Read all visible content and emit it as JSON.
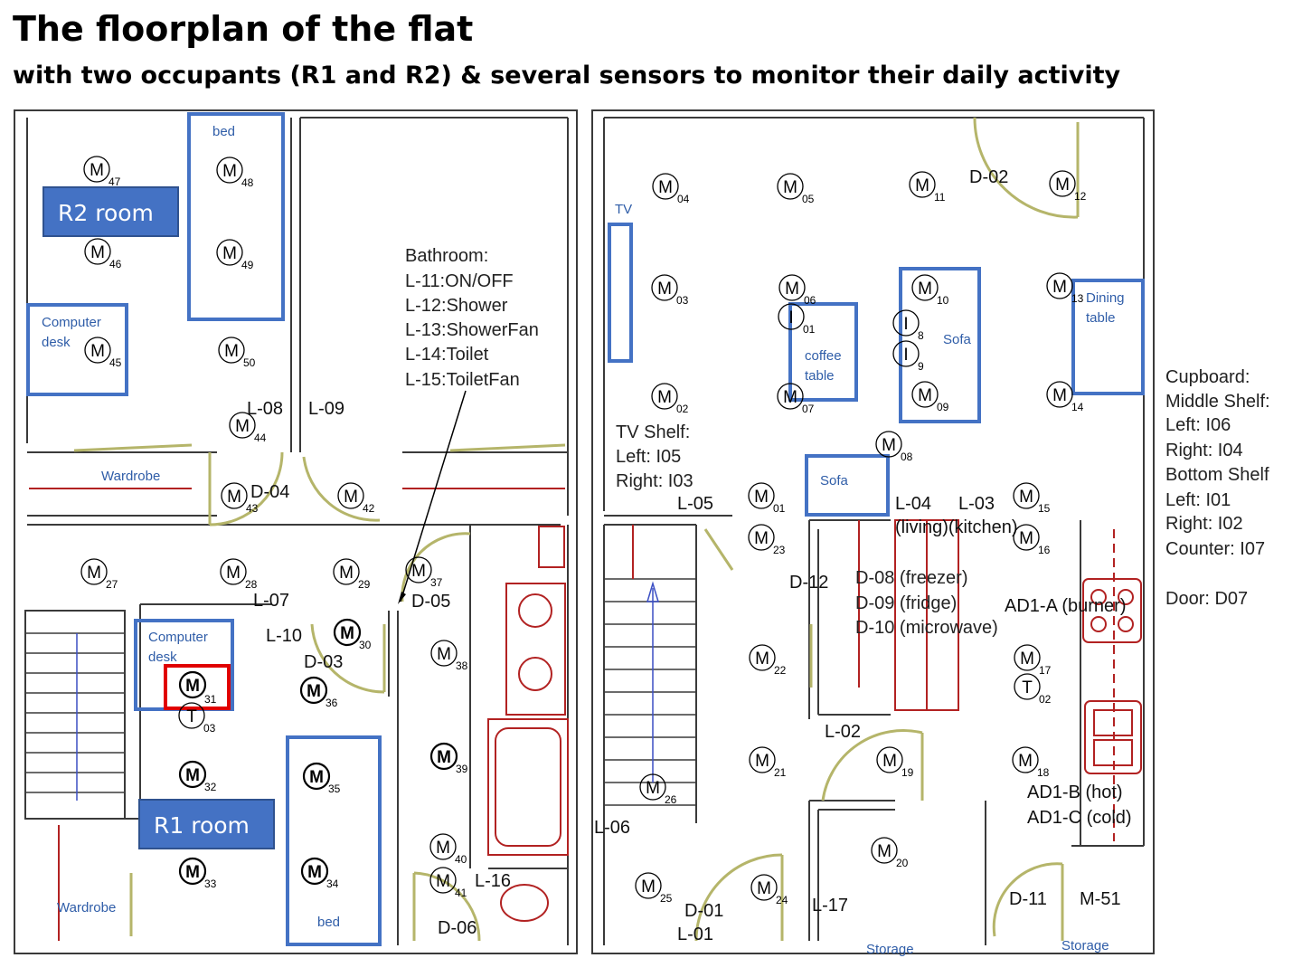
{
  "title": "The floorplan of the flat",
  "subtitle": "with two occupants (R1 and R2) & several sensors to monitor their daily activity",
  "room_labels": {
    "r2": "R2 room",
    "r1": "R1 room"
  },
  "furniture": {
    "bed_r2": "bed",
    "bed_r1": "bed",
    "desk_r2_line1": "Computer",
    "desk_r2_line2": "desk",
    "desk_r1_line1": "Computer",
    "desk_r1_line2": "desk",
    "wardrobe_r2": "Wardrobe",
    "wardrobe_r1": "Wardrobe",
    "tv": "TV",
    "coffee_line1": "coffee",
    "coffee_line2": "table",
    "sofa_right": "Sofa",
    "sofa_bottom": "Sofa",
    "dining_line1": "Dining",
    "dining_line2": "table",
    "storage_1": "Storage",
    "storage_2": "Storage"
  },
  "bathroom": [
    "Bathroom:",
    "L-11:ON/OFF",
    "L-12:Shower",
    "L-13:ShowerFan",
    "L-14:Toilet",
    "L-15:ToiletFan"
  ],
  "tv_shelf": [
    "TV Shelf:",
    "Left: I05",
    "Right: I03"
  ],
  "cupboard": [
    "Cupboard:",
    "Middle Shelf:",
    "Left: I06",
    "Right: I04",
    "Bottom Shelf",
    "Left: I01",
    "Right: I02",
    "Counter: I07",
    "",
    "Door: D07"
  ],
  "kitchen_items": [
    "D-08 (freezer)",
    "D-09 (fridge)",
    "D-10 (microwave)"
  ],
  "labels": [
    {
      "id": "L-08",
      "text": "L-08"
    },
    {
      "id": "L-09",
      "text": "L-09"
    },
    {
      "id": "D-04",
      "text": "D-04"
    },
    {
      "id": "L-07",
      "text": "L-07"
    },
    {
      "id": "L-10",
      "text": "L-10"
    },
    {
      "id": "D-03",
      "text": "D-03"
    },
    {
      "id": "D-05",
      "text": "D-05"
    },
    {
      "id": "L-16",
      "text": "L-16"
    },
    {
      "id": "D-06",
      "text": "D-06"
    },
    {
      "id": "D-02",
      "text": "D-02"
    },
    {
      "id": "L-05",
      "text": "L-05"
    },
    {
      "id": "L-04",
      "text": "L-04"
    },
    {
      "id": "L-03",
      "text": "L-03"
    },
    {
      "id": "living-kitchen",
      "text": "(living)(kitchen)"
    },
    {
      "id": "D-12",
      "text": "D-12"
    },
    {
      "id": "AD1-A",
      "text": "AD1-A (burner)"
    },
    {
      "id": "L-02",
      "text": "L-02"
    },
    {
      "id": "AD1-B",
      "text": "AD1-B (hot)"
    },
    {
      "id": "AD1-C",
      "text": "AD1-C (cold)"
    },
    {
      "id": "L-06",
      "text": "L-06"
    },
    {
      "id": "D-01",
      "text": "D-01"
    },
    {
      "id": "L-01",
      "text": "L-01"
    },
    {
      "id": "L-17",
      "text": "L-17"
    },
    {
      "id": "D-11",
      "text": "D-11"
    },
    {
      "id": "M-51",
      "text": "M-51"
    }
  ],
  "sensors": [
    {
      "letter": "M",
      "num": "47"
    },
    {
      "letter": "M",
      "num": "48"
    },
    {
      "letter": "M",
      "num": "46"
    },
    {
      "letter": "M",
      "num": "49"
    },
    {
      "letter": "M",
      "num": "45"
    },
    {
      "letter": "M",
      "num": "50"
    },
    {
      "letter": "M",
      "num": "44"
    },
    {
      "letter": "M",
      "num": "43"
    },
    {
      "letter": "M",
      "num": "42"
    },
    {
      "letter": "M",
      "num": "27"
    },
    {
      "letter": "M",
      "num": "28"
    },
    {
      "letter": "M",
      "num": "29"
    },
    {
      "letter": "M",
      "num": "37"
    },
    {
      "letter": "M",
      "num": "30"
    },
    {
      "letter": "M",
      "num": "31"
    },
    {
      "letter": "T",
      "num": "03"
    },
    {
      "letter": "M",
      "num": "36"
    },
    {
      "letter": "M",
      "num": "38"
    },
    {
      "letter": "M",
      "num": "32"
    },
    {
      "letter": "M",
      "num": "35"
    },
    {
      "letter": "M",
      "num": "39"
    },
    {
      "letter": "M",
      "num": "33"
    },
    {
      "letter": "M",
      "num": "34"
    },
    {
      "letter": "M",
      "num": "40"
    },
    {
      "letter": "M",
      "num": "41"
    },
    {
      "letter": "M",
      "num": "04"
    },
    {
      "letter": "M",
      "num": "05"
    },
    {
      "letter": "M",
      "num": "11"
    },
    {
      "letter": "M",
      "num": "12"
    },
    {
      "letter": "M",
      "num": "03"
    },
    {
      "letter": "M",
      "num": "06"
    },
    {
      "letter": "I",
      "num": "01"
    },
    {
      "letter": "M",
      "num": "10"
    },
    {
      "letter": "I",
      "num": "8"
    },
    {
      "letter": "I",
      "num": "9"
    },
    {
      "letter": "M",
      "num": "13"
    },
    {
      "letter": "M",
      "num": "02"
    },
    {
      "letter": "M",
      "num": "07"
    },
    {
      "letter": "M",
      "num": "09"
    },
    {
      "letter": "M",
      "num": "14"
    },
    {
      "letter": "M",
      "num": "08"
    },
    {
      "letter": "M",
      "num": "01"
    },
    {
      "letter": "M",
      "num": "15"
    },
    {
      "letter": "M",
      "num": "23"
    },
    {
      "letter": "M",
      "num": "16"
    },
    {
      "letter": "M",
      "num": "22"
    },
    {
      "letter": "M",
      "num": "17"
    },
    {
      "letter": "T",
      "num": "02"
    },
    {
      "letter": "M",
      "num": "21"
    },
    {
      "letter": "M",
      "num": "19"
    },
    {
      "letter": "M",
      "num": "18"
    },
    {
      "letter": "M",
      "num": "26"
    },
    {
      "letter": "M",
      "num": "20"
    },
    {
      "letter": "M",
      "num": "25"
    },
    {
      "letter": "M",
      "num": "24"
    }
  ],
  "colors": {
    "annotation_blue": "#4472c4",
    "highlight_red": "#e00000",
    "wall": "#3a3a3a",
    "fixture_red": "#b22222",
    "door_olive": "#b5b56a"
  }
}
